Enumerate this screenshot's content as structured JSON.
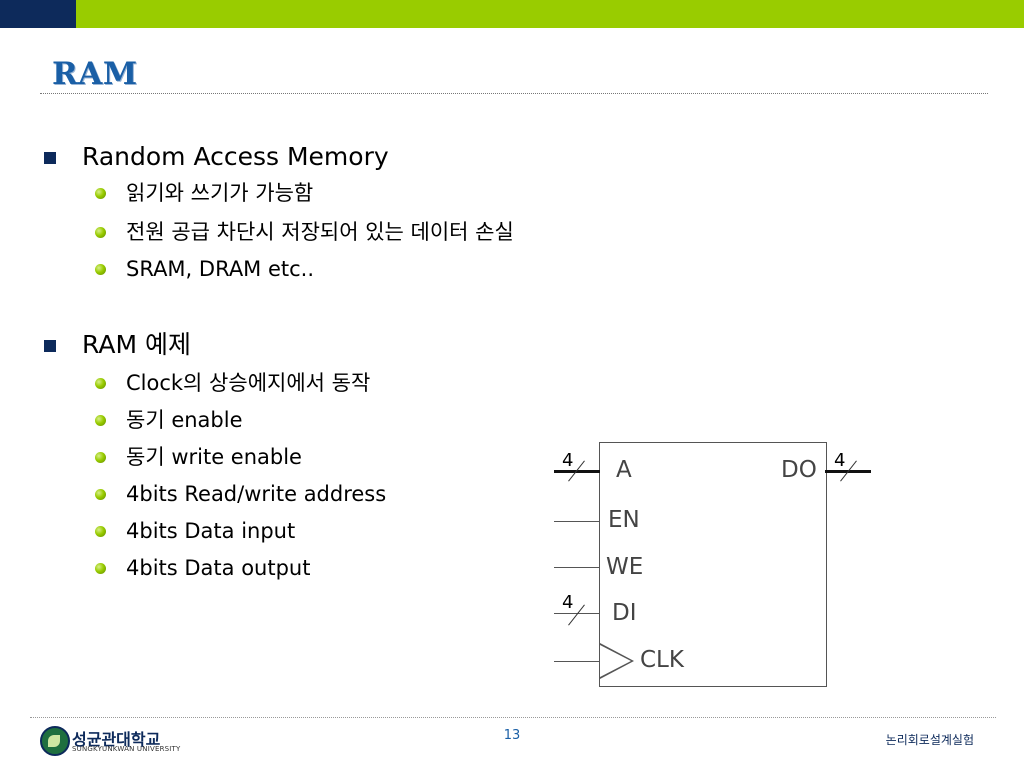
{
  "slide": {
    "title": "RAM",
    "bullets": [
      {
        "text": "Random Access Memory",
        "subs": [
          "읽기와 쓰기가 가능함",
          "전원 공급 차단시 저장되어 있는 데이터 손실",
          "SRAM, DRAM etc.."
        ]
      },
      {
        "text": "RAM 예제",
        "subs": [
          "Clock의 상승에지에서 동작",
          "동기 enable",
          "동기 write enable",
          "4bits Read/write address",
          "4bits Data input",
          "4bits Data output"
        ]
      }
    ]
  },
  "diagram": {
    "pins": {
      "a": "A",
      "en": "EN",
      "we": "WE",
      "di": "DI",
      "clk": "CLK",
      "do": "DO"
    },
    "bus_width_a": "4",
    "bus_width_di": "4",
    "bus_width_do": "4"
  },
  "footer": {
    "university": "성균관대학교",
    "university_en": "SUNGKYUNKWAN UNIVERSITY",
    "page_number": "13",
    "course": "논리회로설계실험"
  },
  "colors": {
    "navy": "#0d2a5b",
    "green": "#99cc00",
    "title_blue": "#1a5fa6"
  }
}
